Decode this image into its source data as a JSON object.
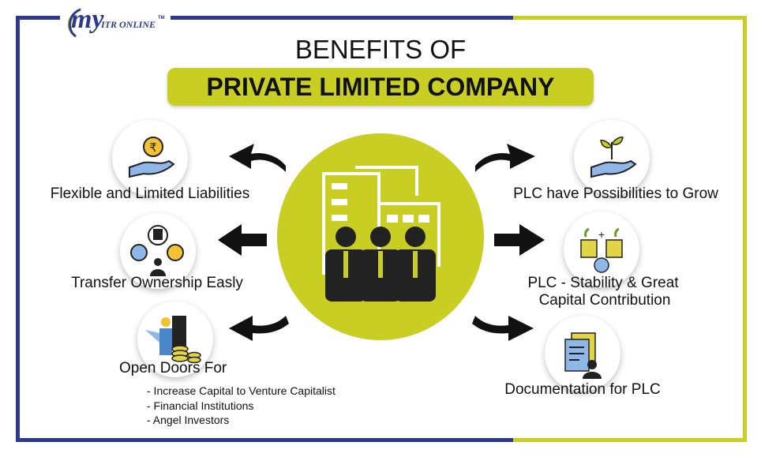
{
  "logo": {
    "text": "my",
    "suffix": "ITR ONLINE",
    "tm": "TM"
  },
  "title": {
    "line1": "BENEFITS OF",
    "line2": "PRIVATE LIMITED COMPANY"
  },
  "colors": {
    "blue": "#2c3990",
    "lime": "#c8cf22",
    "accent": "#f2c230"
  },
  "left": [
    {
      "label": "Flexible and Limited Liabilities",
      "icon": "rupee-hand-icon"
    },
    {
      "label": "Transfer Ownership Easly",
      "icon": "ownership-transfer-icon"
    },
    {
      "label": "Open Doors For",
      "icon": "investor-door-icon",
      "sub": [
        "- Increase Capital to Venture Capitalist",
        "- Financial Institutions",
        "- Angel Investors"
      ]
    }
  ],
  "right": [
    {
      "label": "PLC have Possibilities to Grow",
      "icon": "plant-hand-icon"
    },
    {
      "label": "PLC - Stability & Great",
      "label2": "Capital Contribution",
      "icon": "coins-growth-icon"
    },
    {
      "label": "Documentation for PLC",
      "icon": "document-icon"
    }
  ]
}
